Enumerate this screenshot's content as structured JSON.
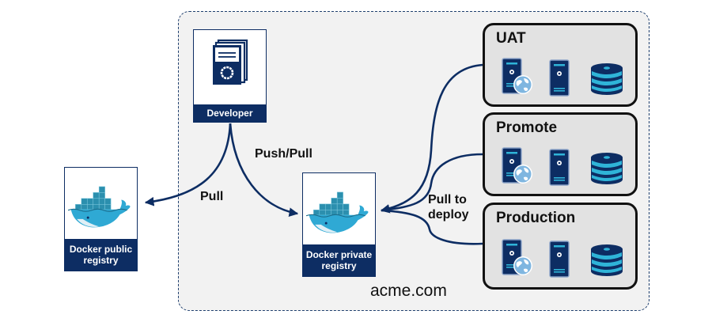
{
  "diagram": {
    "boundary": {
      "label": "acme.com",
      "style": "dashed"
    },
    "nodes": {
      "developer": {
        "label": "Developer",
        "icon": "document-stack-icon"
      },
      "public_registry": {
        "label": "Docker public registry",
        "line1": "Docker public",
        "line2": "registry",
        "icon": "docker-whale-icon"
      },
      "private_registry": {
        "label": "Docker private registry",
        "line1": "Docker private",
        "line2": "registry",
        "icon": "docker-whale-icon"
      }
    },
    "environments": [
      {
        "name": "UAT",
        "icons": [
          "web-server-icon",
          "server-icon",
          "database-icon"
        ]
      },
      {
        "name": "Promote",
        "icons": [
          "web-server-icon",
          "server-icon",
          "database-icon"
        ]
      },
      {
        "name": "Production",
        "icons": [
          "web-server-icon",
          "server-icon",
          "database-icon"
        ]
      }
    ],
    "edges": [
      {
        "from": "Developer",
        "to": "Docker public registry",
        "label": "Pull"
      },
      {
        "from": "Developer",
        "to": "Docker private registry",
        "label": "Push/Pull"
      },
      {
        "from": "UAT",
        "to": "Docker private registry",
        "label": "Pull to deploy"
      },
      {
        "from": "Promote",
        "to": "Docker private registry",
        "label": "Pull to deploy"
      },
      {
        "from": "Production",
        "to": "Docker private registry",
        "label": "Pull to deploy"
      }
    ],
    "edge_labels": {
      "pull": "Pull",
      "push_pull": "Push/Pull",
      "pull_to_deploy_line1": "Pull to",
      "pull_to_deploy_line2": "deploy"
    },
    "colors": {
      "navy": "#0d2d63",
      "cyan": "#2fb4d8",
      "globe": "#7fb6e0",
      "env_fill": "#e2e2e2",
      "boundary_fill": "#f2f2f2"
    }
  }
}
